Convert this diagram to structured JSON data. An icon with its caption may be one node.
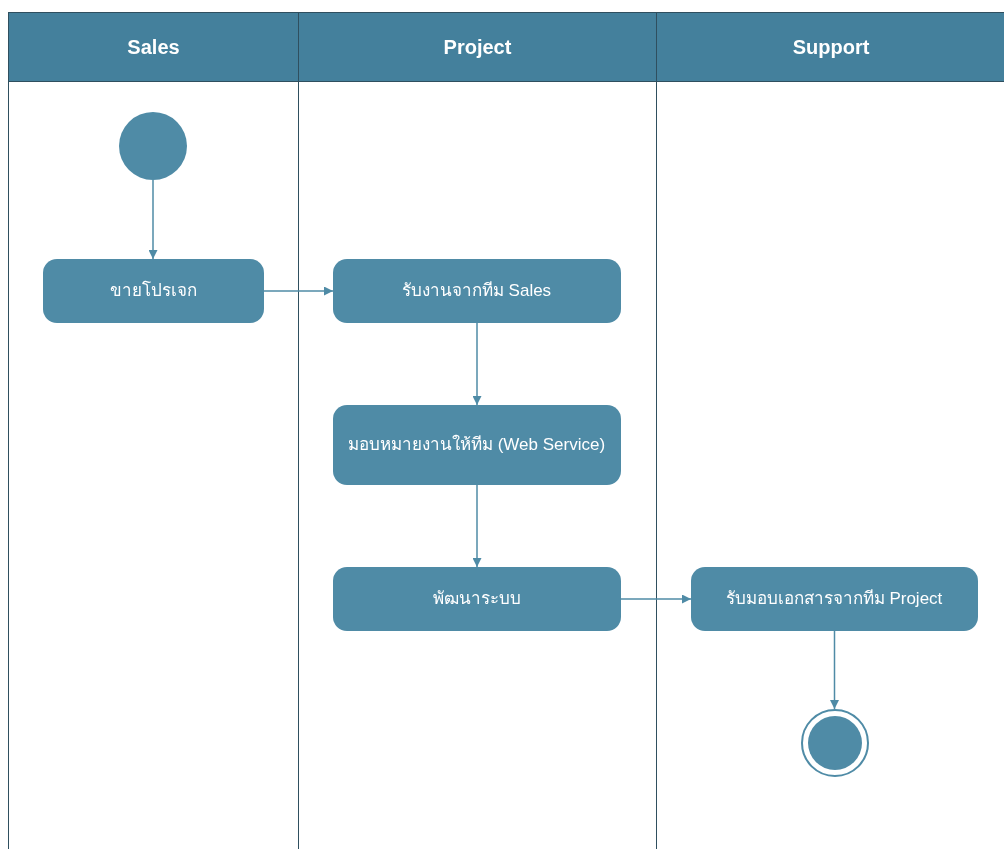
{
  "diagram": {
    "nodes": [
      {
        "text": [
          "Sales"
        ]
      },
      {
        "text": [
          "Project"
        ]
      },
      {
        "text": [
          "Support"
        ]
      },
      {
        "text": [],
        "shape": "circle",
        "in": 0
      },
      {
        "text": [
          "ขายโปรเจก"
        ],
        "in": 0
      },
      {
        "text": [
          "รับงานจากทีม Sales"
        ],
        "in": 1
      },
      {
        "text": [
          "มอบหมายงานให้ทีม (Web Service)"
        ],
        "in": 1
      },
      {
        "text": [
          "พัฒนาระบบ"
        ],
        "in": 1
      },
      {
        "text": [
          "รับมอบเอกสารจากทีม Project"
        ],
        "in": 2
      },
      {
        "text": [],
        "shape": "circle",
        "in": 2
      }
    ],
    "edges": [
      {
        "from": 3,
        "to": 4,
        "arrow": "to"
      },
      {
        "from": 4,
        "to": 5,
        "arrow": "to"
      },
      {
        "from": 5,
        "to": 6,
        "arrow": "to"
      },
      {
        "from": 6,
        "to": 7,
        "arrow": "to"
      },
      {
        "from": 7,
        "to": 8,
        "arrow": "to"
      },
      {
        "from": 8,
        "to": 9,
        "arrow": "to"
      }
    ]
  }
}
